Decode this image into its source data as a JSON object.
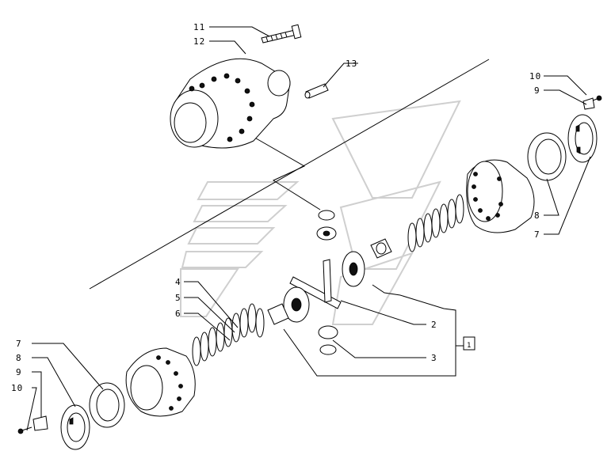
{
  "callouts": [
    {
      "id": "c11",
      "text": "11"
    },
    {
      "id": "c12",
      "text": "12"
    },
    {
      "id": "c13",
      "text": "13"
    },
    {
      "id": "c10r",
      "text": "10"
    },
    {
      "id": "c9r",
      "text": "9"
    },
    {
      "id": "c8r",
      "text": "8"
    },
    {
      "id": "c7r",
      "text": "7"
    },
    {
      "id": "c4",
      "text": "4"
    },
    {
      "id": "c5",
      "text": "5"
    },
    {
      "id": "c6",
      "text": "6"
    },
    {
      "id": "c2",
      "text": "2"
    },
    {
      "id": "c1",
      "text": "1"
    },
    {
      "id": "c3",
      "text": "3"
    },
    {
      "id": "c7l",
      "text": "7"
    },
    {
      "id": "c8l",
      "text": "8"
    },
    {
      "id": "c9l",
      "text": "9"
    },
    {
      "id": "c10l",
      "text": "10"
    }
  ]
}
